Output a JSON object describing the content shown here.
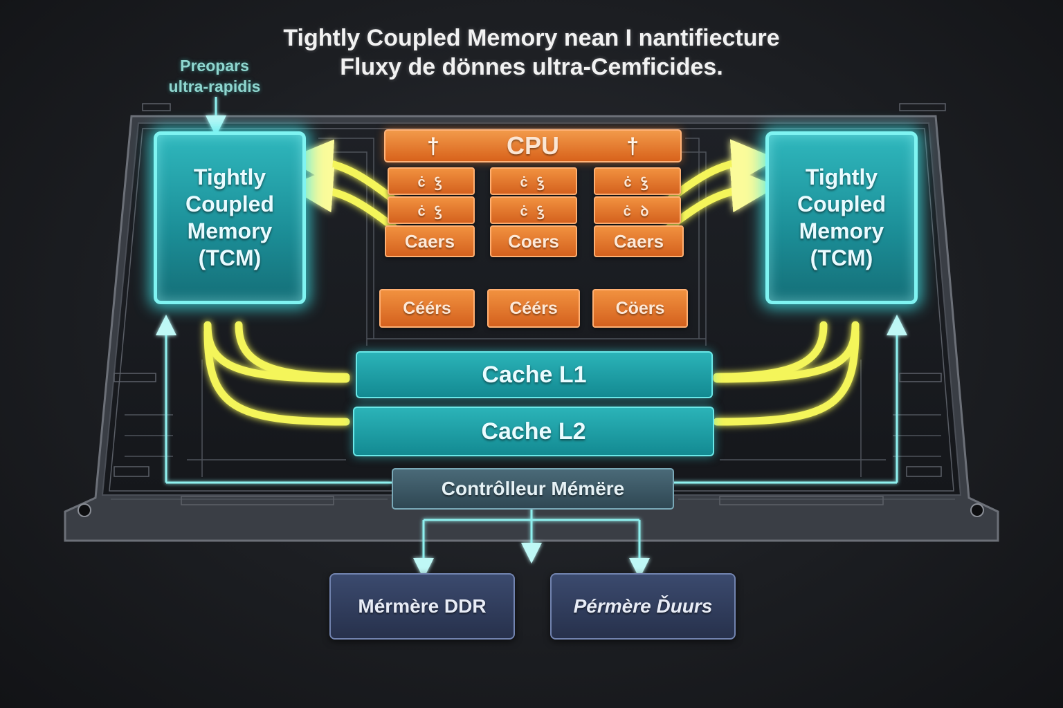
{
  "title": {
    "line1": "Tightly Coupled Memory nean I nantifiecture",
    "line2": "Fluxy de dönnes ultra-Cemficides."
  },
  "callout": {
    "line1": "Preopars",
    "line2": "ultra-rapidis"
  },
  "tcm_left": {
    "lines": [
      "Tightly",
      "Coupled",
      "Memory",
      "(TCM)"
    ]
  },
  "tcm_right": {
    "lines": [
      "Tightly",
      "Coupled",
      "Memory",
      "(TCM)"
    ]
  },
  "cpu": {
    "label": "CPU",
    "glyph_left": "†",
    "glyph_right": "†"
  },
  "cores": {
    "small_rows": [
      [
        "ċ ꝣ",
        "ċ ꝣ",
        "ċ ꝣ"
      ],
      [
        "ċ ꝣ",
        "ċ ꝣ",
        "ċ ꝺ"
      ]
    ],
    "main_labels": [
      "Caers",
      "Coers",
      "Caers"
    ],
    "bottom_labels": [
      "Céérs",
      "Céérs",
      "Cöers"
    ]
  },
  "cache": {
    "l1": "Cache L1",
    "l2": "Cache L2"
  },
  "controller": "Contrôlleur Mémëre",
  "external": {
    "ddr": "Mérmère DDR",
    "other": "Pérmère Ďuurs"
  },
  "colors": {
    "tcm": "#1b8d96",
    "tcm_glow": "#7ff4f2",
    "cpu": "#d8621b",
    "cache": "#138a92",
    "flow": "#f4f55a",
    "controller": "#2f4753",
    "external": "#27314c"
  }
}
